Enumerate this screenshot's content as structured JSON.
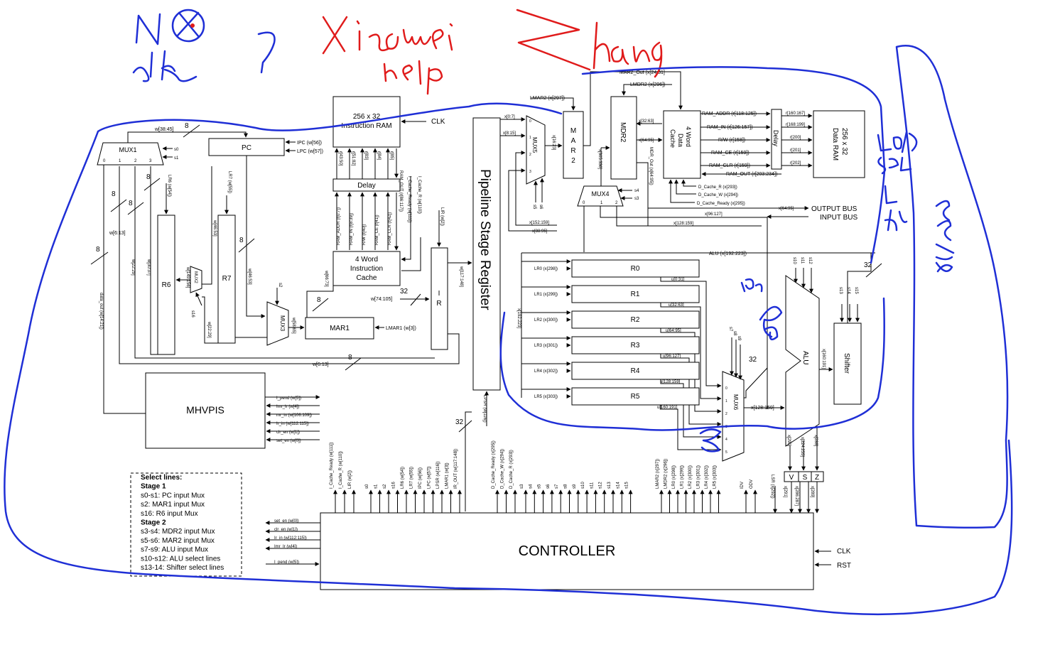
{
  "handwriting": {
    "no_idk": "NO idk",
    "question": "?",
    "name": "Xiaowei Zhang",
    "help": "help",
    "load_sel": "LOAD SEL",
    "ld_alu": "LD ALU",
    "ssr2": "SSR2",
    "ssq": "ISQ"
  },
  "blocks": {
    "instr_ram": [
      "256 x 32",
      "Instruction RAM"
    ],
    "clk": "CLK",
    "pc": "PC",
    "mux1": "MUX1",
    "delay": "Delay",
    "icache": [
      "4 Word",
      "Instruction",
      "Cache"
    ],
    "r6": "R6",
    "r7": "R7",
    "mux2": "MUX2",
    "mux3": "MUX3",
    "mar1": "MAR1",
    "ir": [
      "I",
      "R"
    ],
    "pipeline": "Pipeline Stage Register",
    "mux5": "MUX5",
    "mar2": [
      "M",
      "A",
      "R",
      "2"
    ],
    "mdr2": "MDR2",
    "dcache": [
      "4 Word",
      "Data",
      "Cache"
    ],
    "delay2": "Delay",
    "data_ram": [
      "256 x 32",
      "Data RAM"
    ],
    "mux4": "MUX4",
    "output_bus": "OUTPUT BUS",
    "input_bus": "INPUT BUS",
    "registers": [
      "R0",
      "R1",
      "R2",
      "R3",
      "R4",
      "R5"
    ],
    "reg_loads": [
      "LR0 (x[298])",
      "LR1 (x[299])",
      "LR2 (x[300])",
      "LR3 (x[301])",
      "LR4 (x[302])",
      "LR5 (x[303])"
    ],
    "alu": "ALU",
    "shifter": "Shifter",
    "mux6": "MUX6",
    "mhvpis": "MHVPIS",
    "controller": "CONTROLLER",
    "rst": "RST",
    "flags": [
      "V",
      "S",
      "Z"
    ]
  },
  "labels": {
    "ipc": "IPC (w[56])",
    "lpc": "LPC (w[57])",
    "w38_45": "w[38:45]",
    "s0": "s0",
    "s1": "s1",
    "mux1_inputs": [
      "0",
      "1",
      "2",
      "3"
    ],
    "lr6": "LR6 (w[54])",
    "lr7": "LR7 (w[55])",
    "w46_53a": "w[46:53]",
    "w46_53b": "w[46:53]",
    "w6_13": "w[6:13]",
    "w22_29a": "w[22:29]",
    "w22_29b": "w[22:29]",
    "w30_37": "w[30:37]",
    "w149_156": "w[149:156]",
    "s16": "s16",
    "s2": "s2",
    "w58_65": "w[58:65]",
    "w66_73": "w[66:73]",
    "w74_105": "w[74:105]",
    "lmar1": "LMAR1 (w[3])",
    "w6_13b": "w[6:13]",
    "data_out": "data_out (w[14:21])",
    "bus_8": "8",
    "bus_32": "32",
    "ram_addr": "RAM_ADDR (r[0:7])",
    "ram_in": "RAM_IN (r[8:39])",
    "rw_40": "R/W (r[40])",
    "ram_ce": "RAM_CE (r[41])",
    "ram_clr": "RAM_CLR (r[42])",
    "ram_out_i": "RAM_OUT (r[86:117])",
    "r43_50": "r[43:50]",
    "r51_82": "r[51:82]",
    "r83": "r[83]",
    "r84": "r[84]",
    "r85": "r[85]",
    "i_cache_ready": "I_Cache_Ready (w[111])",
    "i_cache_r": "I_Cache_R (w[110])",
    "lir": "LIR (w[2])",
    "w117_148": "w[117:148]",
    "x0_7": "x[0:7]",
    "x8_15": "x[8:15]",
    "x16_23": "x[16:23]",
    "s5": "s5",
    "s6": "s6",
    "lmar2": "LMAR2 (x[297])",
    "mar2_out": "MAR2_Out (x[24:31]",
    "lmdr2": "LMDR2 (x[296])",
    "x32_63": "x[32:63]",
    "x64_95": "x[64:95]",
    "x305_336": "x[305:336]",
    "mdr_out": "MDR_Out (x[64:95])",
    "ram_addr2": "RAM_ADDR (r[118:125])",
    "ram_in2": "RAM_IN (r[126:157])",
    "rw2": "R/W (r[158])",
    "ram_ce2": "RAM_CE (r[159])",
    "ram_clr2": "RAM_CLR (r[159])",
    "ram_out2": "RAM_OUT (r[203:234])",
    "r160_167": "r[160:167]",
    "r168_199": "r[168:199]",
    "r200": "r[200]",
    "r201": "r[201]",
    "r202": "r[202]",
    "d_cache_r": "D_Cache_R (x[293])",
    "d_cache_w": "D_Cache_W (x[294])",
    "d_cache_ready": "D_Cache_Ready (x[295])",
    "s3": "s3",
    "s4": "s4",
    "mux4_inputs": [
      "0",
      "1",
      "2"
    ],
    "x64_95b": "x[64:95]",
    "x96_127": "x[96:127]",
    "x128_159": "x[128:159]",
    "x152_159": "x[152:159]",
    "x88_95": "x[88:95]",
    "alu_bus": "ALU (x[192:223])",
    "u0_31": "u[0:31]",
    "u32_63": "u[32:63]",
    "u64_95": "u[64:95]",
    "u96_127": "u[96:127]",
    "u128_159": "u[128:159]",
    "u160_191": "u[160:191]",
    "x192_223": "x[192:223]",
    "s7": "s7",
    "s8": "s8",
    "s9": "s9",
    "mux6_inputs": [
      "0",
      "1",
      "2",
      "3",
      "4",
      "5"
    ],
    "x128_159b": "x[128:159]",
    "x160_191": "x[160:191]",
    "s10": "s10",
    "s11": "s11",
    "s12": "s12",
    "s13": "s13",
    "s14": "s14",
    "s15": "s15",
    "x290": "x[290]",
    "x224_255": "x[224:255]",
    "x288": "x[288]",
    "x291": "x[291]",
    "x286_287": "x[286:287]",
    "x289": "x[289]",
    "lsr": "LSR (x[292])",
    "lpsr": "LPSR (w[116])",
    "i_pend_o": "I_pend (w[5])",
    "imr_ir_o": "Imr_Ir (w[4])",
    "mr_in": "mr_in (w[106:109])",
    "ir_in_o": "Ir_in (w[112:115])",
    "clr_en_o": "clr_en (w[1])",
    "set_en_o": "set_en (w[0])",
    "ctrl_in": [
      "set_en (w[0])",
      "clr_en (w[1])",
      "Ir_in (w[112:115])",
      "Imr_Ir (w[4])",
      "I_pend (w[5])"
    ],
    "ctrl_out_a": [
      "I_Cache_Ready (w[111])",
      "I_Cache_R (w[110])",
      "LIR (w[2])",
      "s0",
      "s1",
      "s2",
      "s16",
      "LR6 (w[54])",
      "LR7 (w[55])",
      "IPC (w[56])",
      "LPC (w[57])",
      "LPSR (w[116])",
      "LMAR1 (w[3])",
      "IR_OUT (w[117:148])"
    ],
    "ctrl_out_b": [
      "D_Cache_Ready (x[295])",
      "D_Cache_W (x[294])",
      "D_Cache_R (x[293])"
    ],
    "ctrl_out_c": [
      "s3",
      "s4",
      "s5",
      "s6",
      "s7",
      "s8",
      "s9",
      "s10",
      "s11",
      "s12",
      "s13",
      "s14",
      "s15"
    ],
    "ctrl_out_d": [
      "LMAR2 (x[297])",
      "LMDR2 (x[296])",
      "LR0 (x[298])",
      "LR1 (x[299])",
      "LR2 (x[300])",
      "LR3 (x[301])",
      "LR4 (x[302])",
      "LR5 (x[303])",
      "IDV",
      "ODV"
    ],
    "ctrl_clk": "CLK",
    "ctrl_rst": "RST"
  },
  "legend": {
    "lines": [
      {
        "text": "Select lines:",
        "bold": true
      },
      {
        "text": "Stage 1",
        "bold": true
      },
      {
        "text": "s0-s1: PC input Mux",
        "bold": false
      },
      {
        "text": "s2: MAR1 input Mux",
        "bold": false
      },
      {
        "text": "s16: R6 input Mux",
        "bold": false
      },
      {
        "text": "Stage 2",
        "bold": true
      },
      {
        "text": "s3-s4: MDR2 input Mux",
        "bold": false
      },
      {
        "text": "s5-s6: MAR2 input Mux",
        "bold": false
      },
      {
        "text": "s7-s9: ALU input Mux",
        "bold": false
      },
      {
        "text": "s10-s12: ALU select lines",
        "bold": false
      },
      {
        "text": "s13-14: Shifter select lines",
        "bold": false
      }
    ]
  },
  "colors": {
    "ink_blue": "#1f2fd6",
    "ink_red": "#e01b1b"
  }
}
